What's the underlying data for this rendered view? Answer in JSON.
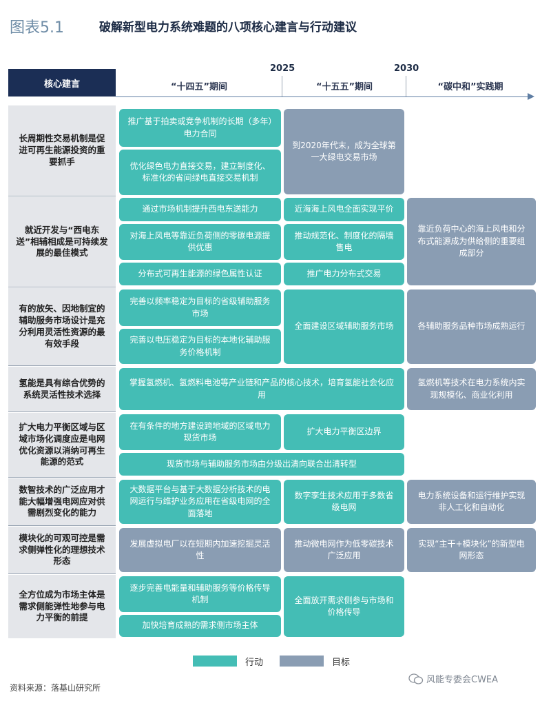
{
  "figure_number": "图表5.1",
  "title": "破解新型电力系统难题的八项核心建言与行动建议",
  "header": {
    "column_label": "核心建言",
    "years": [
      "2025",
      "2030"
    ],
    "periods": [
      "“十四五”期间",
      "“十五五”期间",
      "“碳中和”实践期"
    ]
  },
  "rows": [
    {
      "label": "长周期性交易机制是促进可再生能源投资的重要抓手",
      "cells": [
        "推广基于拍卖或竞争机制的长期（多年）电力合同",
        "优化绿色电力直接交易，建立制度化、标准化的省间绿电直接交易机制",
        "到2020年代末，成为全球第一大绿电交易市场"
      ]
    },
    {
      "label": "就近开发与“西电东送”相辅相成是可持续发展的最佳模式",
      "cells": [
        "通过市场机制提升西电东送能力",
        "近海海上风电全面实现平价",
        "对海上风电等靠近负荷侧的零碳电源提供优惠",
        "推动规范化、制度化的隔墙售电",
        "分布式可再生能源的绿色属性认证",
        "推广电力分布式交易",
        "靠近负荷中心的海上风电和分布式能源成为供给侧的重要组成部分"
      ]
    },
    {
      "label": "有的放矢、因地制宜的辅助服务市场设计是充分利用灵活性资源的最有效手段",
      "cells": [
        "完善以频率稳定为目标的省级辅助服务市场",
        "完善以电压稳定为目标的本地化辅助服务价格机制",
        "全面建设区域辅助服务市场",
        "各辅助服务品种市场成熟运行"
      ]
    },
    {
      "label": "氢能是具有综合优势的系统灵活性技术选择",
      "cells": [
        "掌握氢燃机、氢燃料电池等产业链和产品的核心技术，培育氢能社会化应用",
        "氢燃机等技术在电力系统内实现规模化、商业化利用"
      ]
    },
    {
      "label": "扩大电力平衡区域与区域市场化调度应是电网优化资源以消纳可再生能源的范式",
      "cells": [
        "在有条件的地方建设跨地域的区域电力现货市场",
        "扩大电力平衡区边界",
        "现货市场与辅助服务市场由分级出清向联合出清转型"
      ]
    },
    {
      "label": "数智技术的广泛应用才能大幅增强电网应对供需剧烈变化的能力",
      "cells": [
        "大数据平台与基于大数据分析技术的电网运行与维护业务应用在省级电网的全面落地",
        "数字孪生技术应用于多数省级电网",
        "电力系统设备和运行维护实现非人工化和自动化"
      ]
    },
    {
      "label": "模块化的可观可控是需求侧弹性化的理想技术形态",
      "cells": [
        "发展虚拟电厂以在短期内加速挖掘灵活性",
        "推动微电网作为低零碳技术广泛应用",
        "实现“主干+模块化”的新型电网形态"
      ]
    },
    {
      "label": "全方位成为市场主体是需求侧能弹性地参与电力平衡的前提",
      "cells": [
        "逐步完善电能量和辅助服务等价格传导机制",
        "全面放开需求侧参与市场和价格传导",
        "加快培育成熟的需求侧市场主体"
      ]
    }
  ],
  "legend": [
    {
      "label": "行动",
      "color": "#44bdb5"
    },
    {
      "label": "目标",
      "color": "#8a9db3"
    }
  ],
  "source": "资料来源：落基山研究所",
  "watermark": "风能专委会CWEA",
  "colors": {
    "action": "#44bdb5",
    "goal": "#8a9db3",
    "header": "#1b2e55",
    "label_bg": "#e4e6ea"
  }
}
